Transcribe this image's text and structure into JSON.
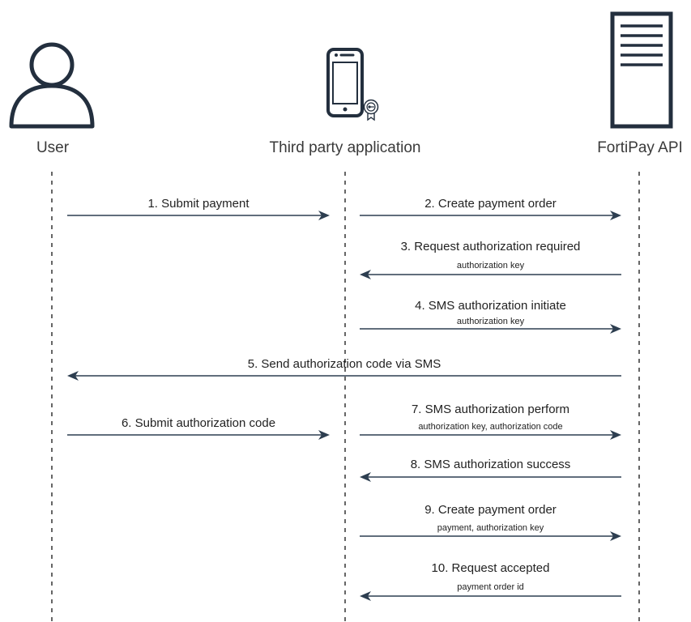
{
  "actors": [
    {
      "id": "user",
      "label": "User",
      "icon": "user-icon"
    },
    {
      "id": "app",
      "label": "Third party application",
      "icon": "smartphone-certificate-icon"
    },
    {
      "id": "api",
      "label": "FortiPay API",
      "icon": "server-icon"
    }
  ],
  "messages": [
    {
      "num": 1,
      "from": "user",
      "to": "app",
      "label": "1. Submit payment",
      "sub": ""
    },
    {
      "num": 2,
      "from": "app",
      "to": "api",
      "label": "2. Create payment order",
      "sub": ""
    },
    {
      "num": 3,
      "from": "api",
      "to": "app",
      "label": "3. Request authorization required",
      "sub": "authorization key"
    },
    {
      "num": 4,
      "from": "app",
      "to": "api",
      "label": "4. SMS authorization initiate",
      "sub": "authorization key"
    },
    {
      "num": 5,
      "from": "api",
      "to": "user",
      "label": "5. Send authorization code via SMS",
      "sub": ""
    },
    {
      "num": 6,
      "from": "user",
      "to": "app",
      "label": "6. Submit authorization code",
      "sub": ""
    },
    {
      "num": 7,
      "from": "app",
      "to": "api",
      "label": "7. SMS authorization perform",
      "sub": "authorization key, authorization code"
    },
    {
      "num": 8,
      "from": "api",
      "to": "app",
      "label": "8. SMS authorization success",
      "sub": ""
    },
    {
      "num": 9,
      "from": "app",
      "to": "api",
      "label": "9. Create payment order",
      "sub": "payment, authorization key"
    },
    {
      "num": 10,
      "from": "api",
      "to": "app",
      "label": "10. Request accepted",
      "sub": "payment order id"
    }
  ],
  "colors": {
    "arrow": "#2d3e50",
    "icon": "#232f3e",
    "lifeline": "#333333"
  }
}
